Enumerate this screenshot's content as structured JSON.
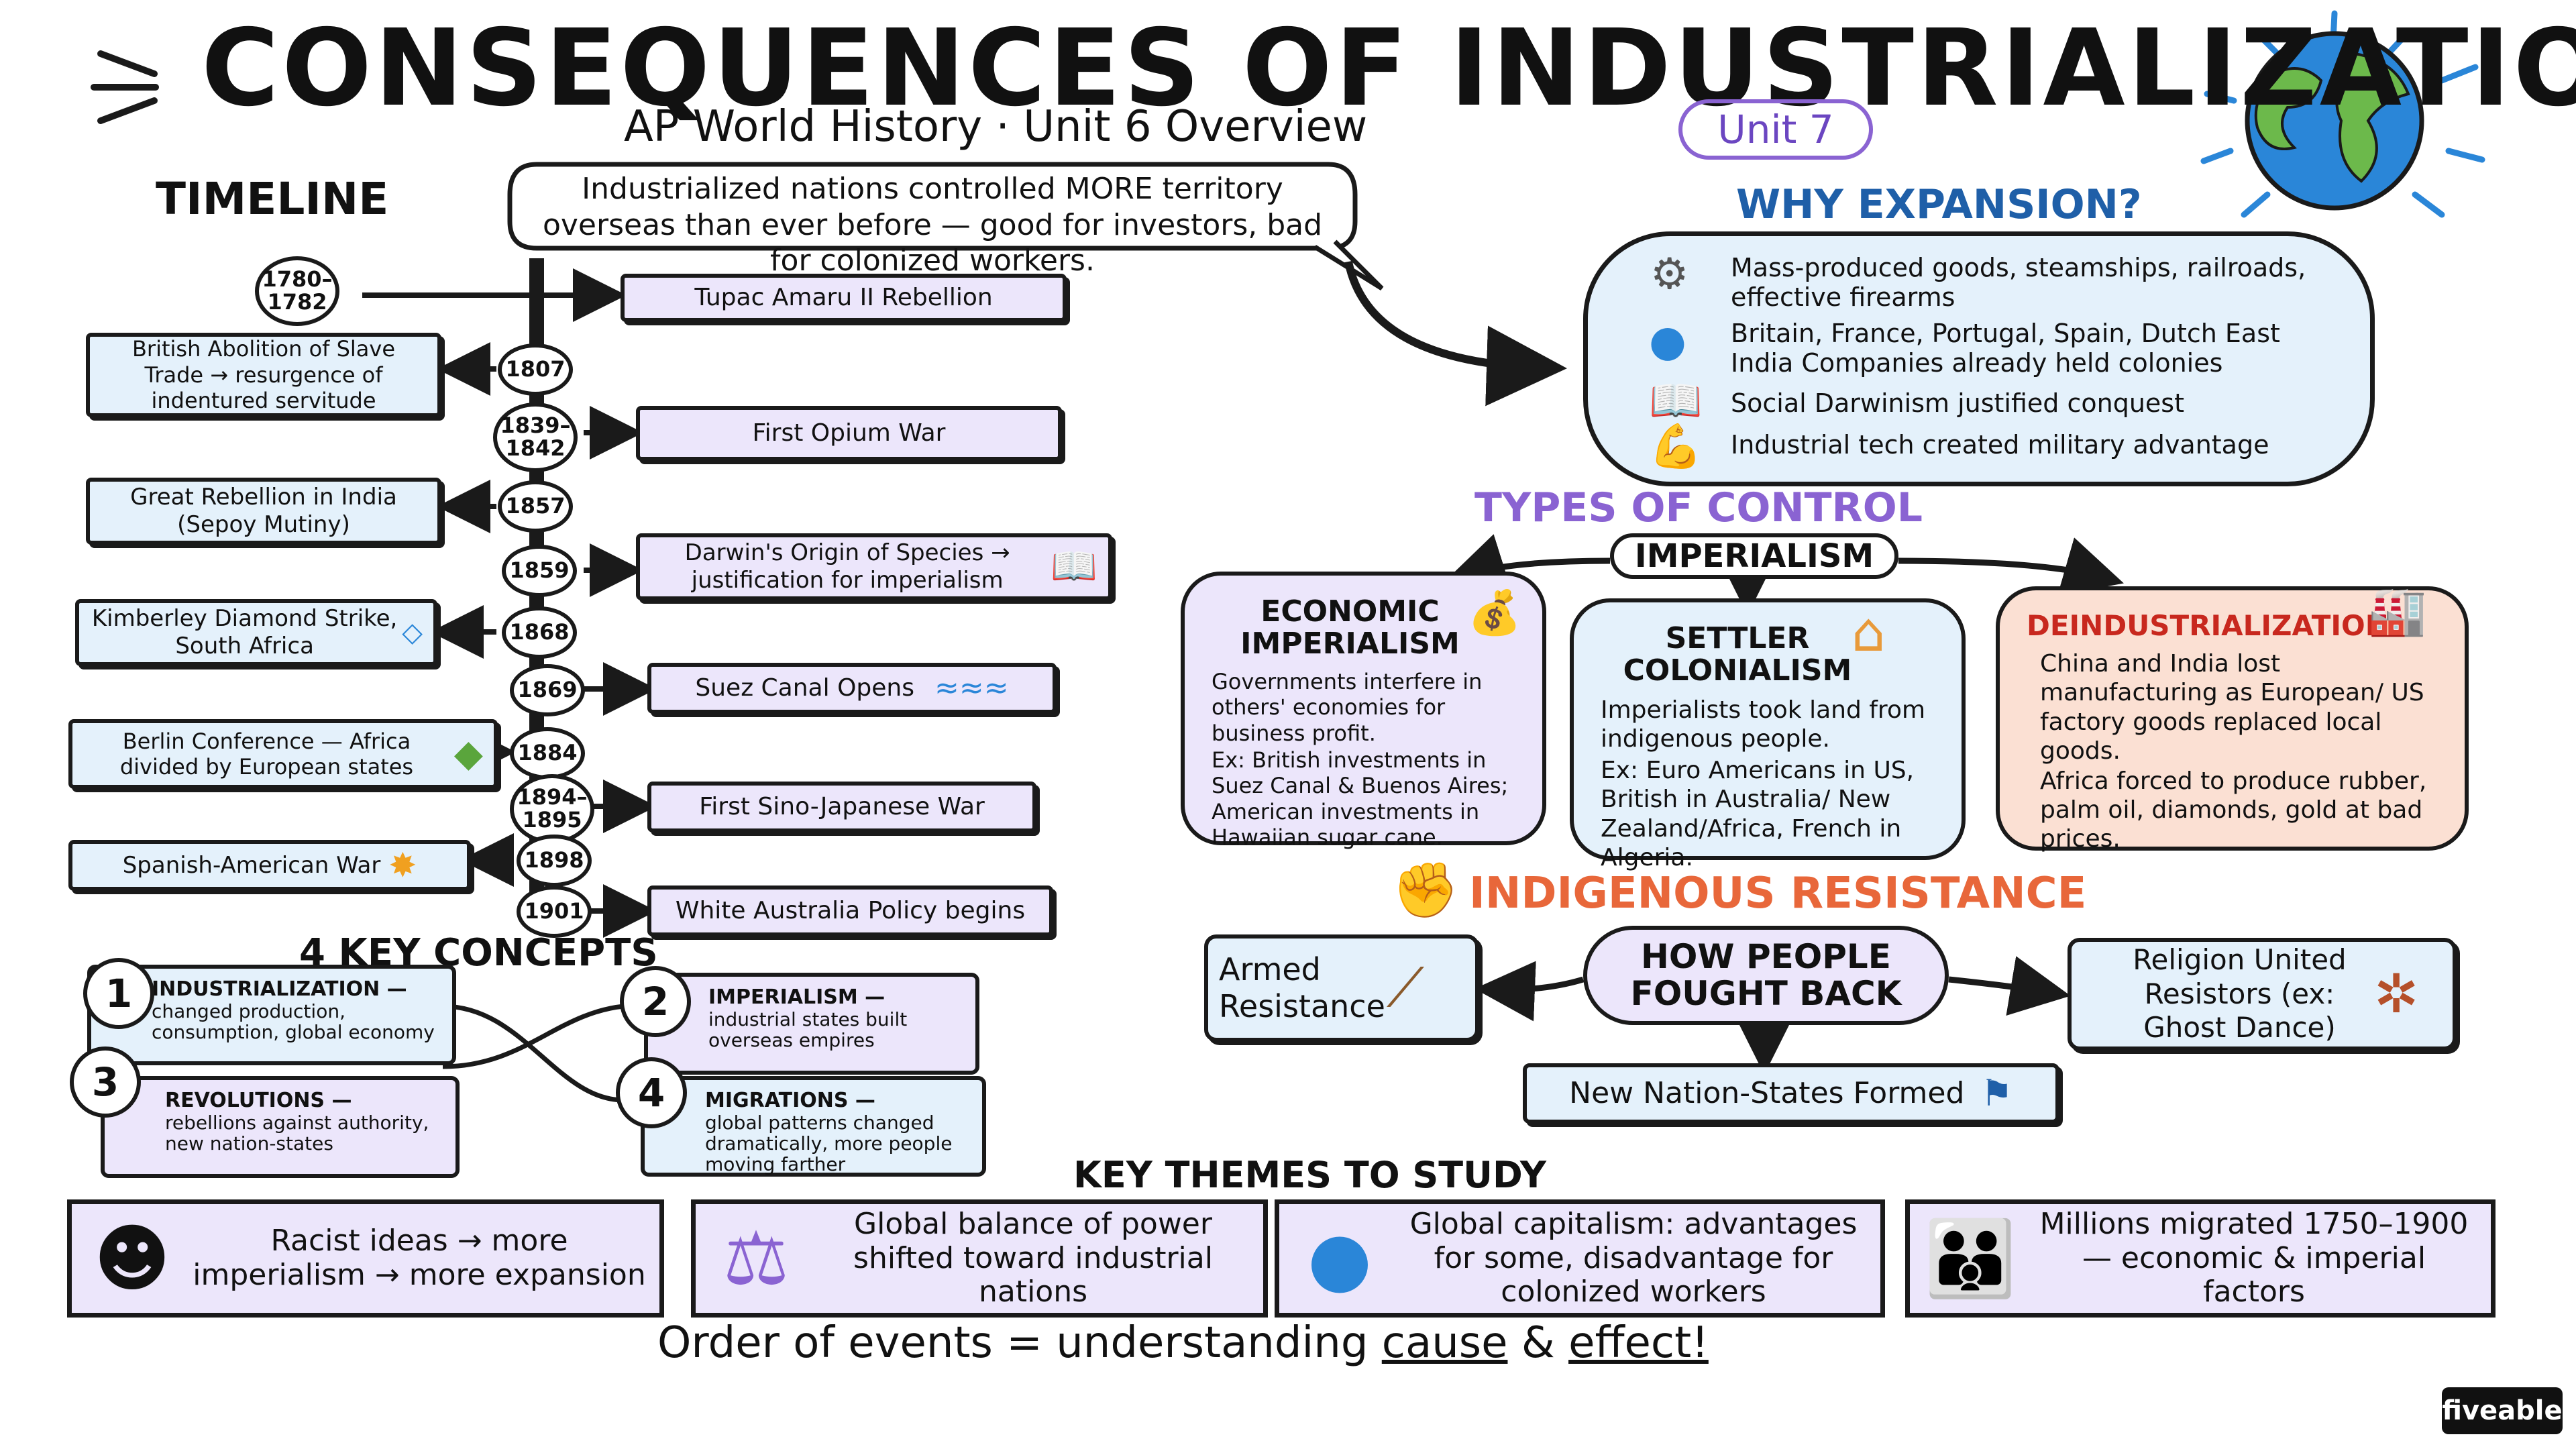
{
  "header": {
    "title": "CONSEQUENCES OF INDUSTRIALIZATION",
    "subtitle": "AP World History · Unit 6 Overview",
    "unit_badge": "Unit 7"
  },
  "timeline": {
    "heading": "TIMELINE",
    "callout": "Industrialized nations controlled MORE territory overseas than ever before — good for investors, bad for colonized workers.",
    "dates": [
      "1780–\n1782",
      "1807",
      "1839–\n1842",
      "1857",
      "1859",
      "1868",
      "1869",
      "1884",
      "1894–\n1895",
      "1898",
      "1901"
    ],
    "events_right": {
      "tupac": "Tupac Amaru II Rebellion",
      "opium": "First Opium War",
      "darwin": "Darwin's Origin of Species → justification for imperialism",
      "suez": "Suez Canal Opens",
      "sino": "First Sino-Japanese War",
      "white": "White Australia Policy begins"
    },
    "events_left": {
      "abolition": "British Abolition of Slave Trade → resurgence of indentured servitude",
      "rebellion": "Great Rebellion in India (Sepoy Mutiny)",
      "kimberley": "Kimberley Diamond Strike, South Africa",
      "berlin": "Berlin Conference — Africa divided by European states",
      "spanish": "Spanish-American War"
    }
  },
  "why": {
    "heading": "WHY EXPANSION?",
    "items": [
      {
        "icon": "gear",
        "text": "Mass-produced goods, steamships, railroads, effective firearms"
      },
      {
        "icon": "globe",
        "text": "Britain, France, Portugal, Spain, Dutch East India Companies already held colonies"
      },
      {
        "icon": "book",
        "text": "Social Darwinism justified conquest"
      },
      {
        "icon": "muscle",
        "text": "Industrial tech created military advantage"
      }
    ]
  },
  "control": {
    "heading": "TYPES OF CONTROL",
    "root": "IMPERIALISM",
    "economic": {
      "title": "ECONOMIC IMPERIALISM",
      "body": "Governments interfere in others' economies for business profit.",
      "example": "Ex: British investments in Suez Canal & Buenos Aires; American investments in Hawaiian sugar cane."
    },
    "settler": {
      "title": "SETTLER COLONIALISM",
      "body": "Imperialists took land from indigenous people.",
      "example": "Ex: Euro Americans in US, British in Australia/ New Zealand/Africa, French in Algeria."
    },
    "deind": {
      "title": "DEINDUSTRIALIZATION",
      "body": "China and India lost manufacturing as European/ US factory goods replaced local goods.",
      "example": "Africa forced to produce rubber, palm oil, diamonds, gold at bad prices."
    }
  },
  "resistance": {
    "heading": "INDIGENOUS RESISTANCE",
    "center": "HOW PEOPLE FOUGHT BACK",
    "armed": "Armed Resistance",
    "religion": "Religion United Resistors (ex: Ghost Dance)",
    "nation": "New Nation-States Formed"
  },
  "concepts": {
    "heading": "4 KEY CONCEPTS",
    "items": [
      {
        "num": "1",
        "title": "INDUSTRIALIZATION —",
        "body": "changed production, consumption, global economy"
      },
      {
        "num": "2",
        "title": "IMPERIALISM —",
        "body": "industrial states built overseas empires"
      },
      {
        "num": "3",
        "title": "REVOLUTIONS —",
        "body": "rebellions against authority, new nation-states"
      },
      {
        "num": "4",
        "title": "MIGRATIONS —",
        "body": "global patterns changed dramatically, more people moving farther"
      }
    ]
  },
  "themes": {
    "heading": "KEY THEMES TO STUDY",
    "items": [
      "Racist ideas → more imperialism → more expansion",
      "Global balance of power shifted toward industrial nations",
      "Global capitalism: advantages for some, disadvantage for colonized workers",
      "Millions migrated 1750–1900 — economic & imperial factors"
    ]
  },
  "footer": {
    "prefix": "Order of events = understanding",
    "cause": "cause",
    "amp": "&",
    "effect": "effect!"
  },
  "brand": "fiveable",
  "colors": {
    "purple": "#8a63d2",
    "blue": "#1f5fa8",
    "orange": "#e8673a",
    "lavender": "#ece6fb",
    "lightblue": "#e4f1fb",
    "peach": "#fbe0d3"
  }
}
